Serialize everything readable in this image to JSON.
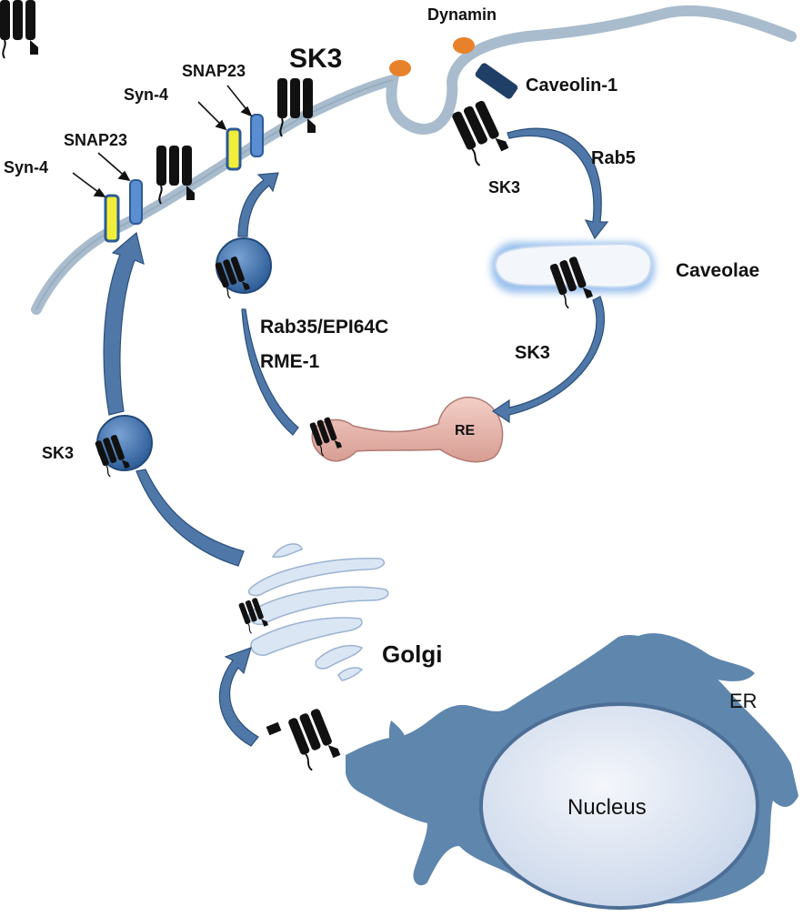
{
  "labels": {
    "dynamin": "Dynamin",
    "sk3_title": "SK3",
    "caveolin": "Caveolin-1",
    "snap23_upper": "SNAP23",
    "syn4_upper": "Syn-4",
    "snap23_lower": "SNAP23",
    "syn4_lower": "Syn-4",
    "rab5": "Rab5",
    "sk3_caveolin": "SK3",
    "caveolae": "Caveolae",
    "rab35_line1": "Rab35/EPI64C",
    "rab35_line2": "RME-1",
    "sk3_recycling": "SK3",
    "re": "RE",
    "sk3_vesicle": "SK3",
    "golgi": "Golgi",
    "er": "ER",
    "nucleus": "Nucleus"
  },
  "colors": {
    "membrane": "#a9bccd",
    "channel": "#111111",
    "vesicle": "#3e6ea7",
    "dynamin": "#e8822a",
    "caveolin": "#1f3f66",
    "syntaxin": "#f1ee3b",
    "snap": "#5a8ed0",
    "recycling_endosome": "#e9b7ad",
    "er": "#5f86ad",
    "nucleus": "#dfe6f3",
    "golgi": "#dbe6f4",
    "arrow": "#4f78a8"
  }
}
